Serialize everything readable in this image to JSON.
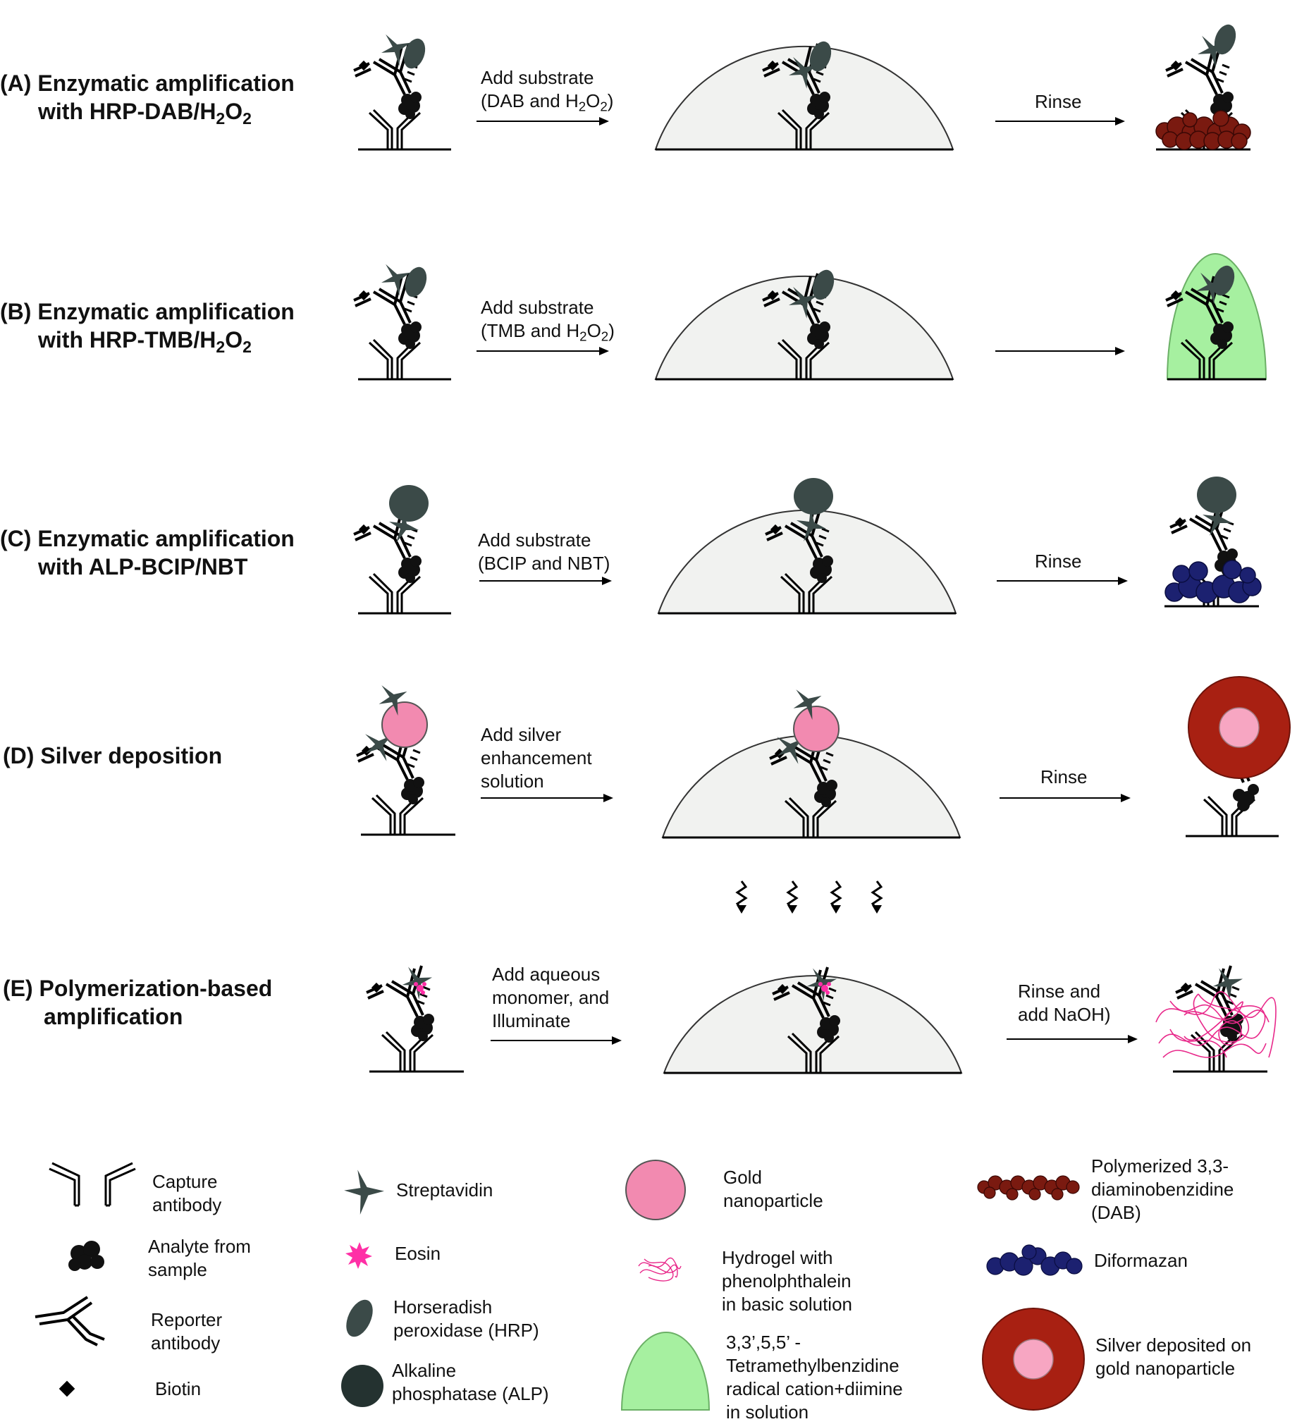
{
  "rows": [
    {
      "label_line1": "(A) Enzymatic amplification",
      "label_line2": "with HRP-DAB/H",
      "label_sub1": "2",
      "label_mid": "O",
      "label_sub2": "2",
      "step1_line1": "Add substrate",
      "step1_line2a": "(DAB and H",
      "step1_sub1": "2",
      "step1_mid": "O",
      "step1_sub2": "2",
      "step1_end": ")",
      "step2": "Rinse"
    },
    {
      "label_line1": "(B) Enzymatic amplification",
      "label_line2": "with HRP-TMB/H",
      "label_sub1": "2",
      "label_mid": "O",
      "label_sub2": "2",
      "step1_line1": "Add substrate",
      "step1_line2a": "(TMB and H",
      "step1_sub1": "2",
      "step1_mid": "O",
      "step1_sub2": "2",
      "step1_end": ")",
      "step2": ""
    },
    {
      "label_line1": "(C) Enzymatic amplification",
      "label_line2": "with ALP-BCIP/NBT",
      "step1_line1": "Add substrate",
      "step1_line2": "(BCIP and NBT)",
      "step2": "Rinse"
    },
    {
      "label_line1": "(D) Silver deposition",
      "step1_line1": "Add silver",
      "step1_line2": "enhancement",
      "step1_line3": "solution",
      "step2": "Rinse"
    },
    {
      "label_line1": "(E) Polymerization-based",
      "label_line2": "amplification",
      "step1_line1": "Add aqueous",
      "step1_line2": "monomer, and",
      "step1_line3": "Illuminate",
      "step2_line1": "Rinse and",
      "step2_line2": "add NaOH)"
    }
  ],
  "legend": {
    "capture_antibody": [
      "Capture",
      "antibody"
    ],
    "analyte": [
      "Analyte from",
      "sample"
    ],
    "reporter_antibody": [
      "Reporter",
      "antibody"
    ],
    "biotin": [
      "Biotin"
    ],
    "streptavidin": [
      "Streptavidin"
    ],
    "eosin": [
      "Eosin"
    ],
    "hrp": [
      "Horseradish",
      "peroxidase (HRP)"
    ],
    "alp": [
      "Alkaline",
      "phosphatase (ALP)"
    ],
    "gold": [
      "Gold",
      "nanoparticle"
    ],
    "hydrogel": [
      "Hydrogel with",
      "phenolphthalein",
      "in basic solution"
    ],
    "tmb": [
      "3,3’,5,5’ -",
      "Tetramethylbenzidine",
      "radical cation+diimine",
      "in solution"
    ],
    "dab": [
      "Polymerized 3,3-",
      "diaminobenzidine",
      "(DAB)"
    ],
    "diformazan": [
      "Diformazan"
    ],
    "silver": [
      "Silver deposited on",
      "gold nanoparticle"
    ]
  },
  "colors": {
    "dome_fill": "#f1f2f0",
    "enzyme": "#3b4a48",
    "gold": "#f28ab0",
    "dab": "#7a1a10",
    "diformazan": "#1c2170",
    "tmb": "#a6f0a0",
    "silver_ring": "#a82012",
    "eosin": "#ff2fa6",
    "hydrogel": "#e8288a"
  }
}
